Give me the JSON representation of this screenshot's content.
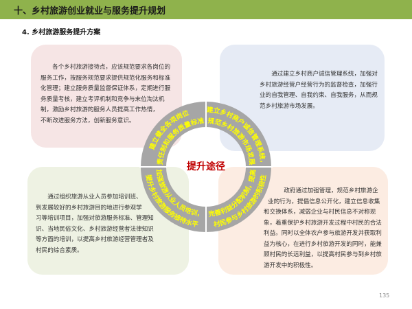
{
  "header": {
    "title": "十、乡村旅游创业就业与服务提升规划"
  },
  "section": {
    "title": "4. 乡村旅游服务提升方案"
  },
  "boxes": {
    "top_left": "各个乡村旅游接待点，应该规范要求各岗位的服务工作，按服务规范要求提供规范化服务和标准化管理；建立服务质量监督保证体系，定期进行服务质量考核，建立考评机制和竞争与末位淘汰机制，激励乡村旅游的服务人员提高工作热情，不断改进服务方法，创新服务意识。",
    "top_right": "通过建立乡村商户诚信管理系统，加强对乡村旅游经营户经营行为的监督检查，加强行业的自我管理、自我约束、自我服务，从而规范乡村旅游市场发展。",
    "bottom_left": "通过组织旅游从业人员参加培训班、到发展较好的乡村旅游目的地进行参观学习等培训项目，加强对旅游服务标准、管理知识、当地民俗文化、乡村旅游经营者法律知识等方面的培训，以提高乡村旅游经营管理者及村民的综合素质。",
    "bottom_right": "政府通过加强管理，规范乡村旅游企业的行为，提倡信息公开化，建立信息收集和交换体系，减弱企业与村民信息不对称现象，着重保护乡村旅游开发过程中村民的合法利益。同时以全体农户参与旅游开发并获取利益为核心，在进行乡村旅游开发的同时，能兼顾村民的长远利益，以提高村民参与到乡村旅游开发中的积极性。"
  },
  "ring": {
    "center": "提升途径",
    "top_left": [
      "建立健全各项岗位",
      "责任制和服务质量标准"
    ],
    "top_right": [
      "建立乡村商户诚信管理系统，",
      "规范乡村旅游市场发展"
    ],
    "bottom_left": [
      "加强旅游从业人员培训，",
      "提升乡村旅游服务接待水平"
    ],
    "bottom_right": [
      "完善利益分配机制，提高",
      "村民参与乡村旅游的积极性"
    ]
  },
  "colors": {
    "header": "#8fb24c",
    "ring": "#a6a6a6",
    "ring_text": "#ffff00",
    "center_text": "#c00000"
  },
  "page_number": "135"
}
